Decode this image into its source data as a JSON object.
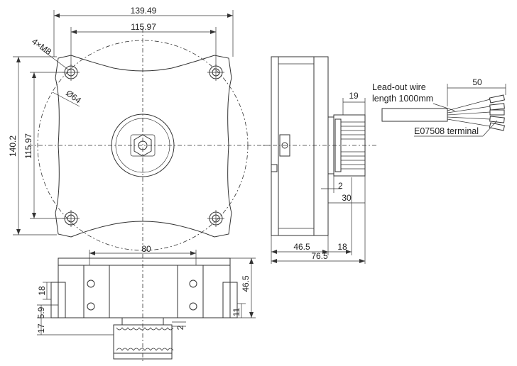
{
  "dimensions": {
    "front_width_overall": "139.49",
    "front_hole_spacing": "115.97",
    "front_height_overall": "140.2",
    "front_hole_spacing_vertical": "115.97",
    "mounting_holes": "4×M8",
    "bolt_circle": "Ø64",
    "side_pulley_width": "19",
    "side_gap": "2",
    "side_pulley_offset": "30",
    "side_body_depth": "46.5",
    "side_flange": "18",
    "side_total_length": "76.5",
    "lead_length": "50",
    "bottom_width": "80",
    "bottom_height": "46.5",
    "bottom_18": "18",
    "bottom_11": "11",
    "bottom_5_9": "5.9",
    "bottom_17": "17",
    "bottom_2": "2"
  },
  "notes": {
    "lead_wire_line1": "Lead-out wire",
    "lead_wire_line2": "length 1000mm",
    "terminal": "E07508 terminal"
  }
}
